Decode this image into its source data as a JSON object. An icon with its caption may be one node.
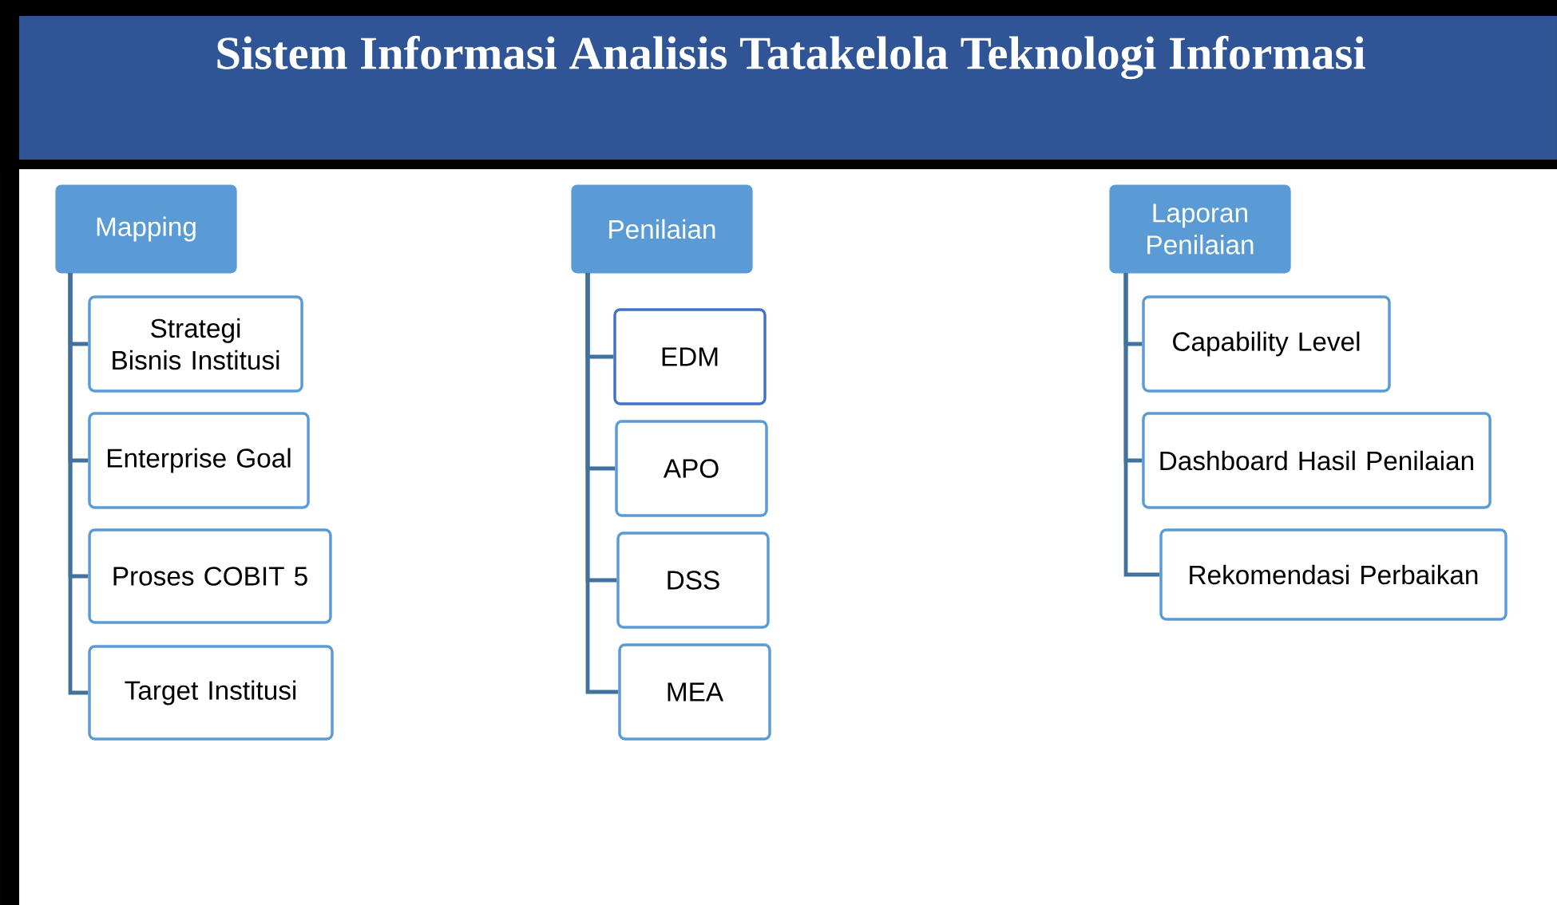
{
  "diagram": {
    "title": "Sistem Informasi Analisis Tatakelola Teknologi Informasi",
    "nodes": [
      {
        "text": [
          "Mapping"
        ]
      },
      {
        "text": [
          "Strategi Bisnis Institusi"
        ]
      },
      {
        "text": [
          "Enterprise Goal"
        ]
      },
      {
        "text": [
          "Proses COBIT 5"
        ]
      },
      {
        "text": [
          "Target Institusi"
        ]
      },
      {
        "text": [
          "Penilaian"
        ]
      },
      {
        "text": [
          "EDM"
        ]
      },
      {
        "text": [
          "APO"
        ]
      },
      {
        "text": [
          "DSS"
        ]
      },
      {
        "text": [
          "MEA"
        ]
      },
      {
        "text": [
          "Laporan Penilaian"
        ]
      },
      {
        "text": [
          "Capability Level"
        ]
      },
      {
        "text": [
          "Dashboard Hasil Penilaian"
        ]
      },
      {
        "text": [
          "Rekomendasi Perbaikan"
        ]
      }
    ],
    "edges": [
      {
        "from": 0,
        "to": 1,
        "arrow": "none"
      },
      {
        "from": 0,
        "to": 2,
        "arrow": "none"
      },
      {
        "from": 0,
        "to": 3,
        "arrow": "none"
      },
      {
        "from": 0,
        "to": 4,
        "arrow": "none"
      },
      {
        "from": 5,
        "to": 6,
        "arrow": "none"
      },
      {
        "from": 5,
        "to": 7,
        "arrow": "none"
      },
      {
        "from": 5,
        "to": 8,
        "arrow": "none"
      },
      {
        "from": 5,
        "to": 9,
        "arrow": "none"
      },
      {
        "from": 10,
        "to": 11,
        "arrow": "none"
      },
      {
        "from": 10,
        "to": 12,
        "arrow": "none"
      },
      {
        "from": 10,
        "to": 13,
        "arrow": "none"
      }
    ]
  }
}
